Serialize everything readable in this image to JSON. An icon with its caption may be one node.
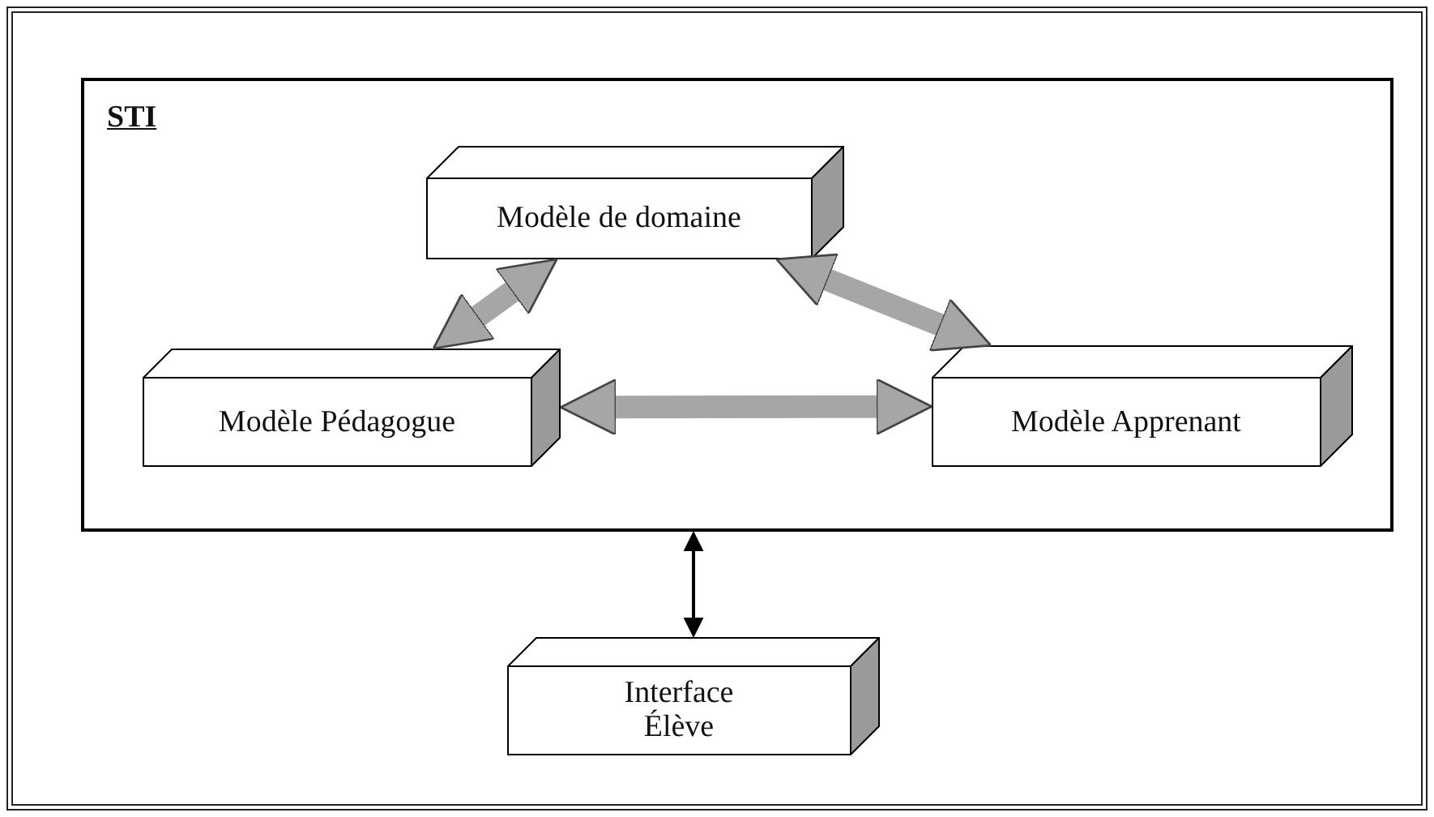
{
  "diagram": {
    "nodes": [
      {
        "text": [
          "STI"
        ]
      },
      {
        "text": [
          "Modèle de domaine"
        ],
        "in": 0
      },
      {
        "text": [
          "Modèle Pédagogue"
        ],
        "in": 0
      },
      {
        "text": [
          "Modèle Apprenant"
        ],
        "in": 0
      },
      {
        "text": [
          "Interface Élève"
        ]
      }
    ],
    "edges": [
      {
        "from": 1,
        "to": 2,
        "arrow": "both"
      },
      {
        "from": 1,
        "to": 3,
        "arrow": "both"
      },
      {
        "from": 2,
        "to": 3,
        "arrow": "both"
      },
      {
        "from": 0,
        "to": 4,
        "arrow": "both",
        "color": "#000000"
      }
    ]
  }
}
